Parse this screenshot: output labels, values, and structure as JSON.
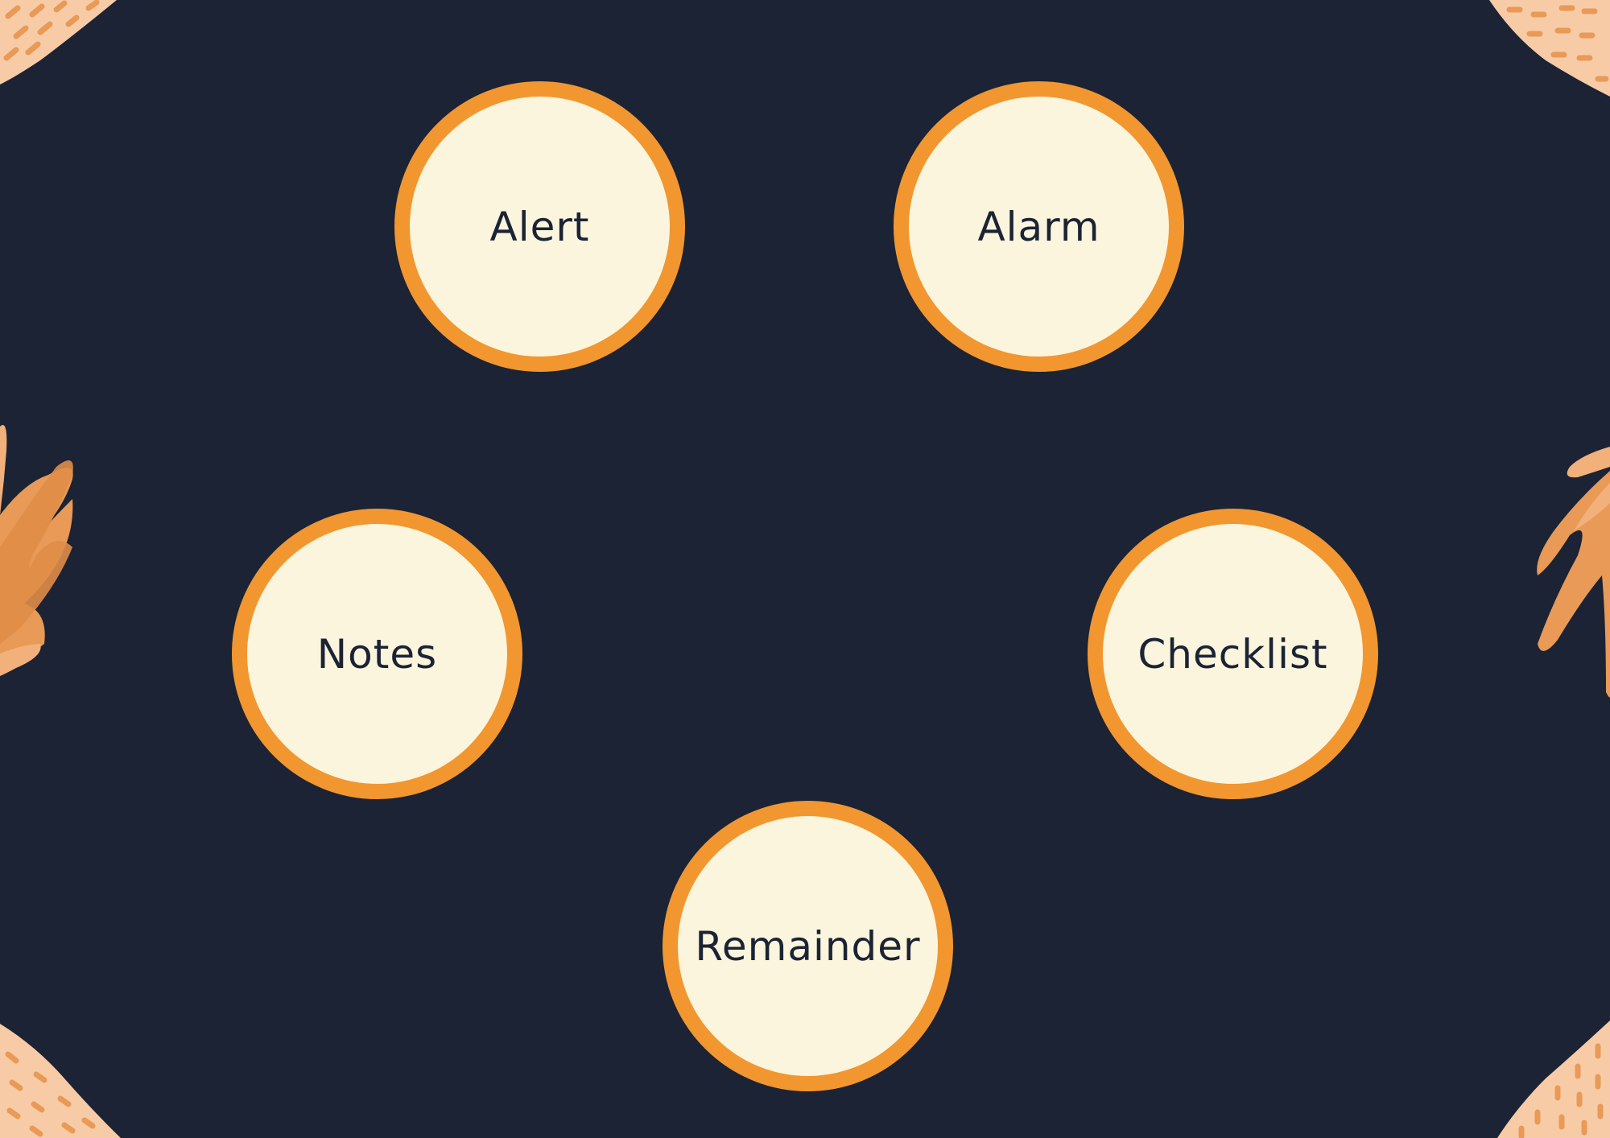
{
  "colors": {
    "background": "#1b2335",
    "ring": "#f29630",
    "tile_fill": "#faf5dc",
    "label_text": "#1b2335",
    "decor_light": "#f8cba7",
    "decor_mid": "#f2b07a",
    "decor_dark": "#e89a56"
  },
  "tiles": [
    {
      "label": "Alert"
    },
    {
      "label": "Alarm"
    },
    {
      "label": "Notes"
    },
    {
      "label": "Checklist"
    },
    {
      "label": "Remainder"
    }
  ]
}
